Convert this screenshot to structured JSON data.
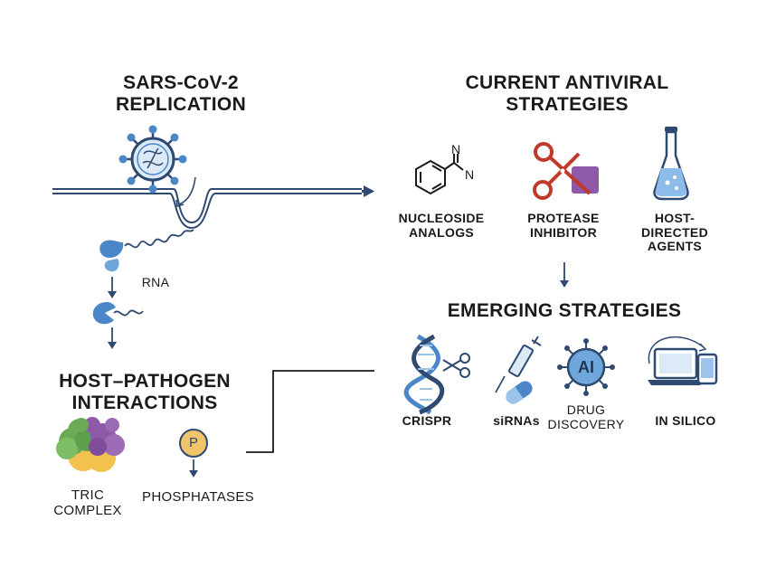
{
  "headings": {
    "replication": "SARS-CoV-2\nREPLICATION",
    "current": "CURRENT ANTIVIRAL\nSTRATEGIES",
    "emerging": "EMERGING STRATEGIES",
    "host_pathogen": "HOST–PATHOGEN\nINTERACTIONS"
  },
  "labels": {
    "rna": "RNA",
    "nucleoside": "NUCLEOSIDE\nANALOGS",
    "protease": "PROTEASE\nINHIBITOR",
    "host_directed": "HOST-\nDIRECTED\nAGENTS",
    "crispr": "CRISPR",
    "sirnas": "siRNAs",
    "drug_discovery": "DRUG\nDISCOVERY",
    "in_silico": "IN SILICO",
    "tric": "TRIC\nCOMPLEX",
    "phosphatases": "PHOSPHATASES"
  },
  "glyphs": {
    "nitrogen_top": "N",
    "nitrogen_right": "N",
    "phosphate": "P",
    "ai": "AI"
  },
  "icons": [
    "virus-icon",
    "ribosome-icon",
    "benzamidine-molecule-icon",
    "scissors-icon",
    "flask-icon",
    "dna-icon",
    "syringe-icon",
    "capsule-icon",
    "ai-virus-icon",
    "laptop-icon",
    "tablet-icon",
    "tric-complex-icon",
    "phosphate-icon"
  ],
  "colors": {
    "navy": "#2f4a70",
    "blue": "#4a86c8",
    "light_blue": "#9cc3ea",
    "red": "#c0392b",
    "purple": "#8e5aa8",
    "green": "#6bab55",
    "yellow": "#f2c14e",
    "amber": "#f0c469"
  }
}
